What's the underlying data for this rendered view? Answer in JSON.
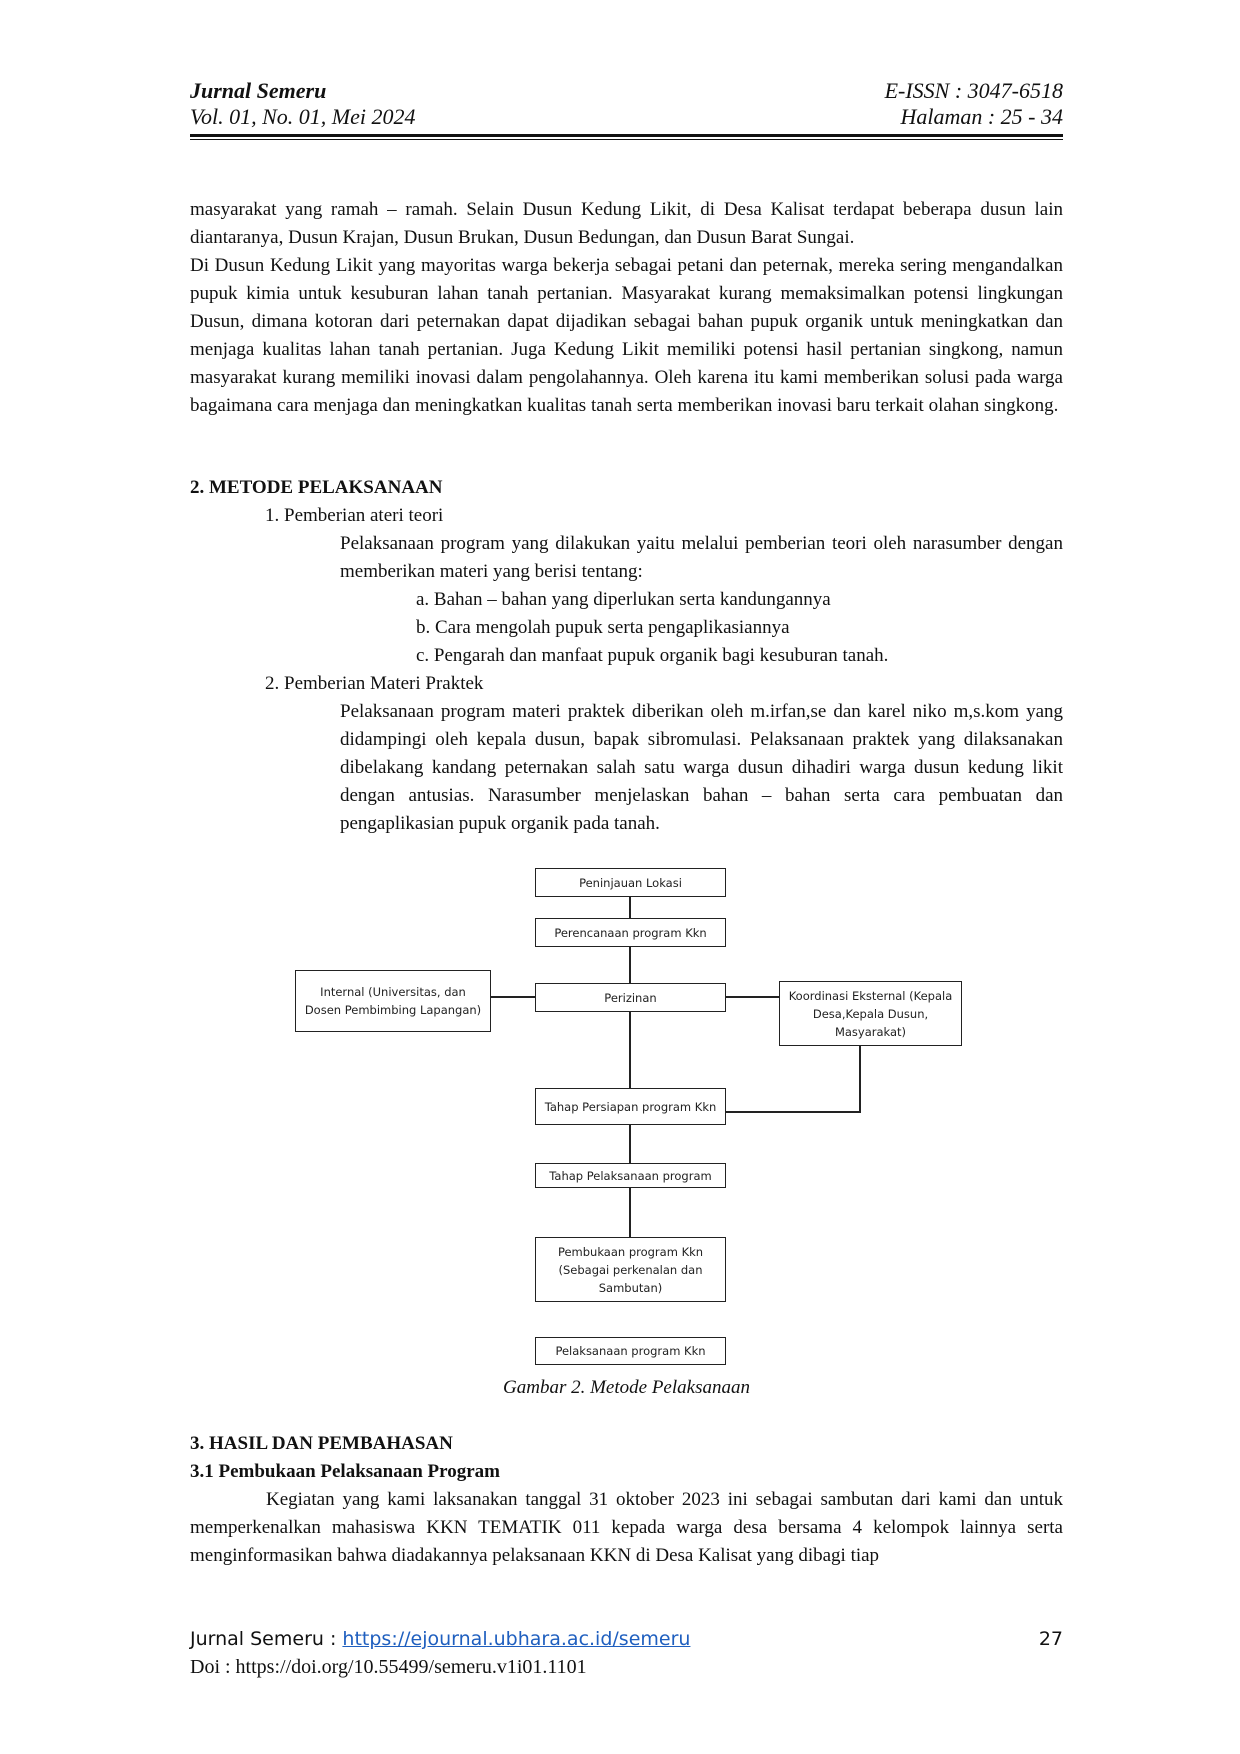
{
  "header": {
    "journal": "Jurnal Semeru",
    "volume": "Vol. 01, No. 01, Mei 2024",
    "issn": "E-ISSN : 3047-6518",
    "pages": "Halaman : 25 - 34"
  },
  "intro": {
    "p1": "masyarakat yang ramah – ramah. Selain Dusun Kedung Likit, di Desa Kalisat terdapat beberapa dusun lain diantaranya, Dusun Krajan, Dusun Brukan, Dusun Bedungan, dan Dusun Barat Sungai.",
    "p2": "Di Dusun Kedung Likit yang mayoritas warga bekerja sebagai petani dan peternak, mereka sering mengandalkan pupuk kimia untuk kesuburan lahan tanah pertanian. Masyarakat kurang memaksimalkan potensi lingkungan Dusun, dimana kotoran dari peternakan dapat dijadikan sebagai bahan pupuk organik untuk meningkatkan dan menjaga kualitas lahan tanah pertanian. Juga Kedung Likit memiliki potensi hasil pertanian singkong, namun masyarakat kurang memiliki inovasi dalam pengolahannya. Oleh karena itu kami memberikan solusi pada warga bagaimana cara menjaga dan meningkatkan kualitas tanah serta memberikan inovasi baru terkait olahan singkong."
  },
  "section2": {
    "title": "2. METODE PELAKSANAAN",
    "item1_title": "1. Pemberian ateri teori",
    "item1_text": "Pelaksanaan program yang dilakukan yaitu melalui pemberian teori oleh narasumber dengan memberikan materi yang berisi tentang:",
    "sub_a": "a. Bahan – bahan yang diperlukan serta kandungannya",
    "sub_b": "b. Cara mengolah pupuk serta pengaplikasiannya",
    "sub_c": "c. Pengarah dan manfaat pupuk organik bagi kesuburan tanah.",
    "item2_title": "2. Pemberian Materi Praktek",
    "item2_text": "Pelaksanaan program materi praktek diberikan oleh m.irfan,se dan karel niko m,s.kom yang didampingi oleh kepala dusun, bapak sibromulasi. Pelaksanaan praktek yang dilaksanakan dibelakang kandang peternakan salah satu warga dusun dihadiri warga dusun kedung likit dengan antusias. Narasumber menjelaskan bahan – bahan serta cara pembuatan dan pengaplikasian pupuk organik pada tanah."
  },
  "diagram": {
    "peninjauan": "Peninjauan Lokasi",
    "perencanaan": "Perencanaan program Kkn",
    "perizinan": "Perizinan",
    "internal": "Internal (Universitas, dan Dosen Pembimbing Lapangan)",
    "eksternal": "Koordinasi Eksternal (Kepala Desa,Kepala Dusun, Masyarakat)",
    "persiapan": "Tahap Persiapan program Kkn",
    "tahap_pelaksanaan": "Tahap Pelaksanaan program",
    "pembukaan": "Pembukaan program Kkn (Sebagai perkenalan dan Sambutan)",
    "pelaksanaan": "Pelaksanaan program Kkn"
  },
  "caption": "Gambar 2. Metode Pelaksanaan",
  "section3": {
    "title": "3. HASIL DAN PEMBAHASAN",
    "sub_title": "3.1 Pembukaan Pelaksanaan Program",
    "text": "Kegiatan yang kami laksanakan tanggal 31 oktober 2023 ini sebagai sambutan dari kami dan untuk memperkenalkan mahasiswa KKN TEMATIK 011 kepada warga desa bersama 4 kelompok lainnya serta menginformasikan bahwa diadakannya pelaksanaan KKN di Desa Kalisat yang dibagi tiap"
  },
  "footer": {
    "journal_label": "Jurnal Semeru : ",
    "url": "https://ejournal.ubhara.ac.id/semeru",
    "doi": "Doi : https://doi.org/10.55499/semeru.v1i01.1101",
    "page_number": "27"
  }
}
